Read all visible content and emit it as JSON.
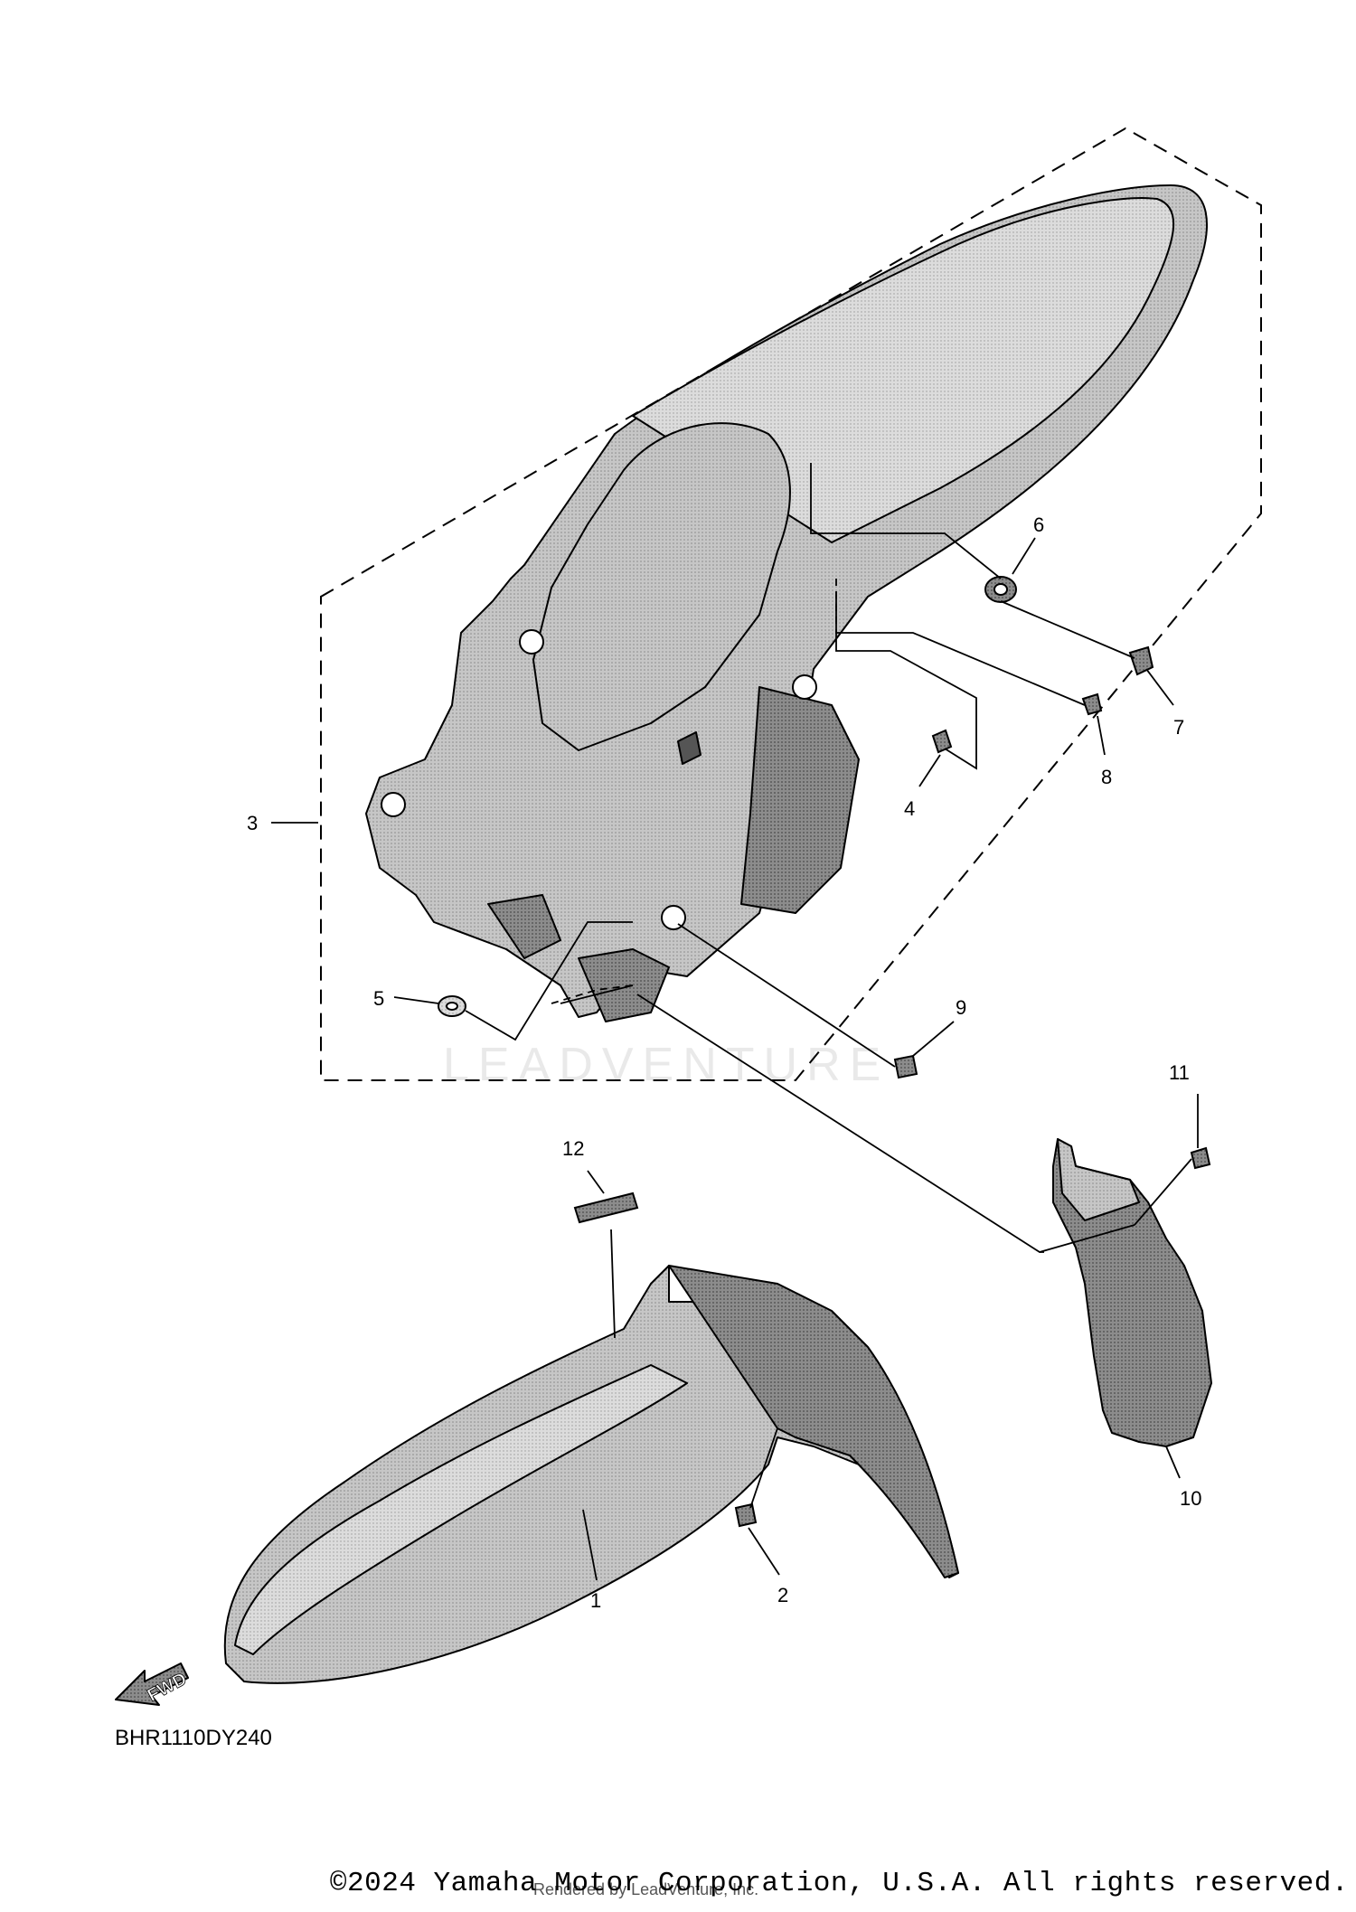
{
  "diagram": {
    "part_code": "BHR1110DY240",
    "direction_label": "FWD",
    "watermark": "LEADVENTURE",
    "callouts": [
      "1",
      "2",
      "3",
      "4",
      "5",
      "6",
      "7",
      "8",
      "9",
      "10",
      "11",
      "12"
    ]
  },
  "footer": {
    "copyright": "©2024 Yamaha Motor Corporation, U.S.A. All rights reserved.",
    "rendered_by": "Rendered by LeadVenture, Inc."
  },
  "colors": {
    "fender_fill": "#bdbdbd",
    "fender_dark": "#7d7d7d",
    "line": "#000000"
  }
}
